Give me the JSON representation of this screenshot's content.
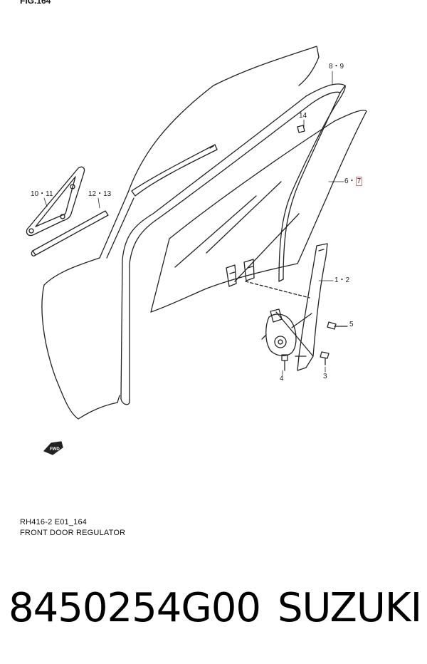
{
  "figure": {
    "header": "FIG.164",
    "code": "RH416-2 E01_164",
    "title": "FRONT DOOR REGULATOR"
  },
  "callouts": {
    "c_8_9": "8・9",
    "c_14": "14",
    "c_6": "6・",
    "c_7": "7",
    "c_10_11": "10・11",
    "c_12_13": "12・13",
    "c_1_2": "1・2",
    "c_5": "5",
    "c_3": "3",
    "c_4": "4",
    "fwd": "FWD"
  },
  "listing": {
    "part_number": "8450254G00",
    "brand": "SUZUKI"
  },
  "colors": {
    "line": "#222222",
    "highlight_box": "#e07a7a"
  }
}
